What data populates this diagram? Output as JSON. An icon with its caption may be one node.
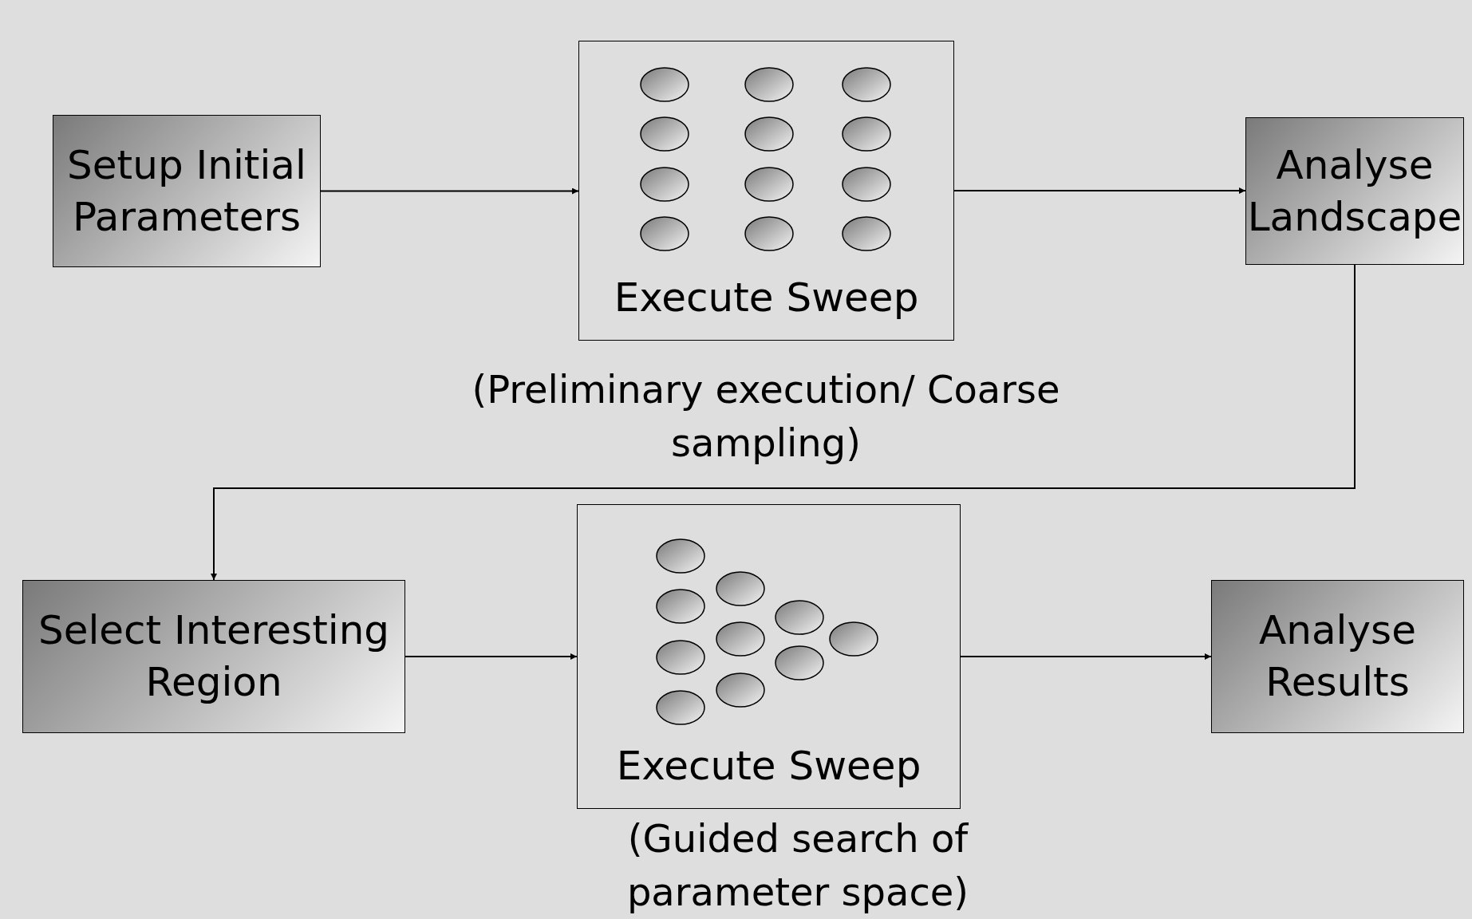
{
  "diagram": {
    "nodes": [
      {
        "text": [
          "Setup Initial Parameters"
        ]
      },
      {
        "text": [
          "Execute Sweep"
        ],
        "beside": [
          "(Preliminary execution/ Coarse sampling)"
        ]
      },
      {
        "text": [
          "Analyse Landscape"
        ]
      },
      {
        "text": [
          "Select Interesting Region"
        ]
      },
      {
        "text": [
          "Execute Sweep"
        ],
        "beside": [
          "(Guided search of parameter space)"
        ]
      },
      {
        "text": [
          "Analyse Results"
        ]
      }
    ],
    "edges": [
      {
        "from": 0,
        "to": 1,
        "arrow": "to"
      },
      {
        "from": 1,
        "to": 2,
        "arrow": "to"
      },
      {
        "from": 2,
        "to": 3,
        "arrow": "to"
      },
      {
        "from": 3,
        "to": 4,
        "arrow": "to"
      },
      {
        "from": 4,
        "to": 5,
        "arrow": "to"
      }
    ]
  }
}
